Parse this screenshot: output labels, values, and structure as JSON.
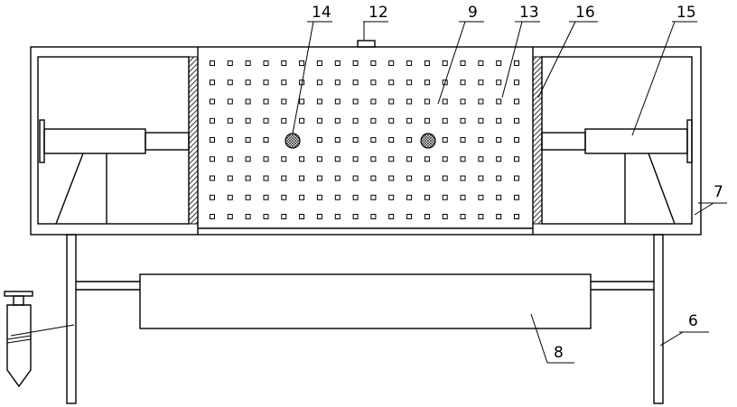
{
  "labels": {
    "l14": "14",
    "l12": "12",
    "l9": "9",
    "l13": "13",
    "l16": "16",
    "l15": "15",
    "l7": "7",
    "l6": "6",
    "l8": "8"
  }
}
